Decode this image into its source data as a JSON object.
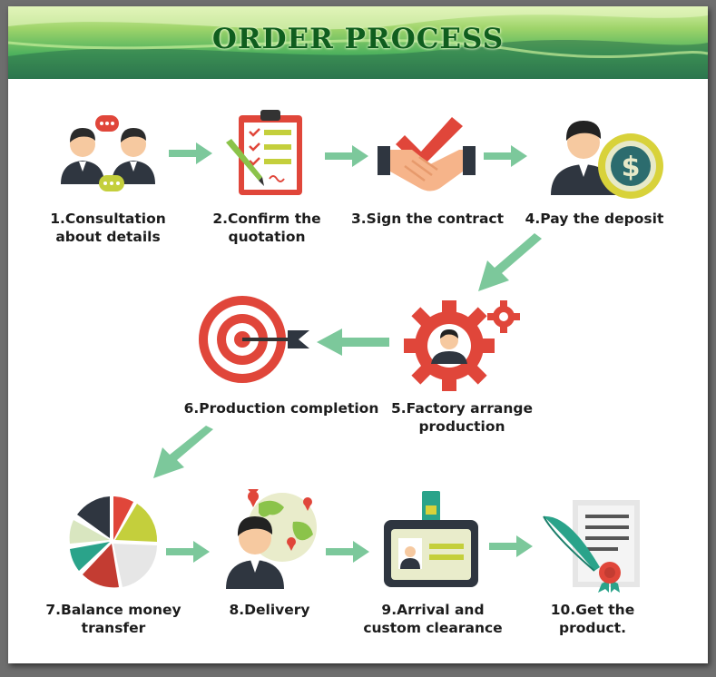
{
  "title": "ORDER PROCESS",
  "colors": {
    "arrow": "#7cc89b",
    "title": "#0f5e1e",
    "red": "#e0463a",
    "gold": "#d8d23a"
  },
  "steps": [
    {
      "line1": "1.Consultation",
      "line2": "about details",
      "icon": "consultation-people-icon"
    },
    {
      "line1": "2.Confirm the",
      "line2": "quotation",
      "icon": "clipboard-checklist-icon"
    },
    {
      "line1": "3.Sign the contract",
      "line2": "",
      "icon": "handshake-icon"
    },
    {
      "line1": "4.Pay the deposit",
      "line2": "",
      "icon": "dollar-coin-icon"
    },
    {
      "line1": "5.Factory arrange",
      "line2": "production",
      "icon": "gear-worker-icon"
    },
    {
      "line1": "6.Production completion",
      "line2": "",
      "icon": "target-icon"
    },
    {
      "line1": "7.Balance money",
      "line2": "transfer",
      "icon": "pie-chart-icon"
    },
    {
      "line1": "8.Delivery",
      "line2": "",
      "icon": "delivery-globe-icon"
    },
    {
      "line1": "9.Arrival and",
      "line2": "custom clearance",
      "icon": "id-badge-icon"
    },
    {
      "line1": "10.Get the",
      "line2": "product.",
      "icon": "certificate-quill-icon"
    }
  ]
}
